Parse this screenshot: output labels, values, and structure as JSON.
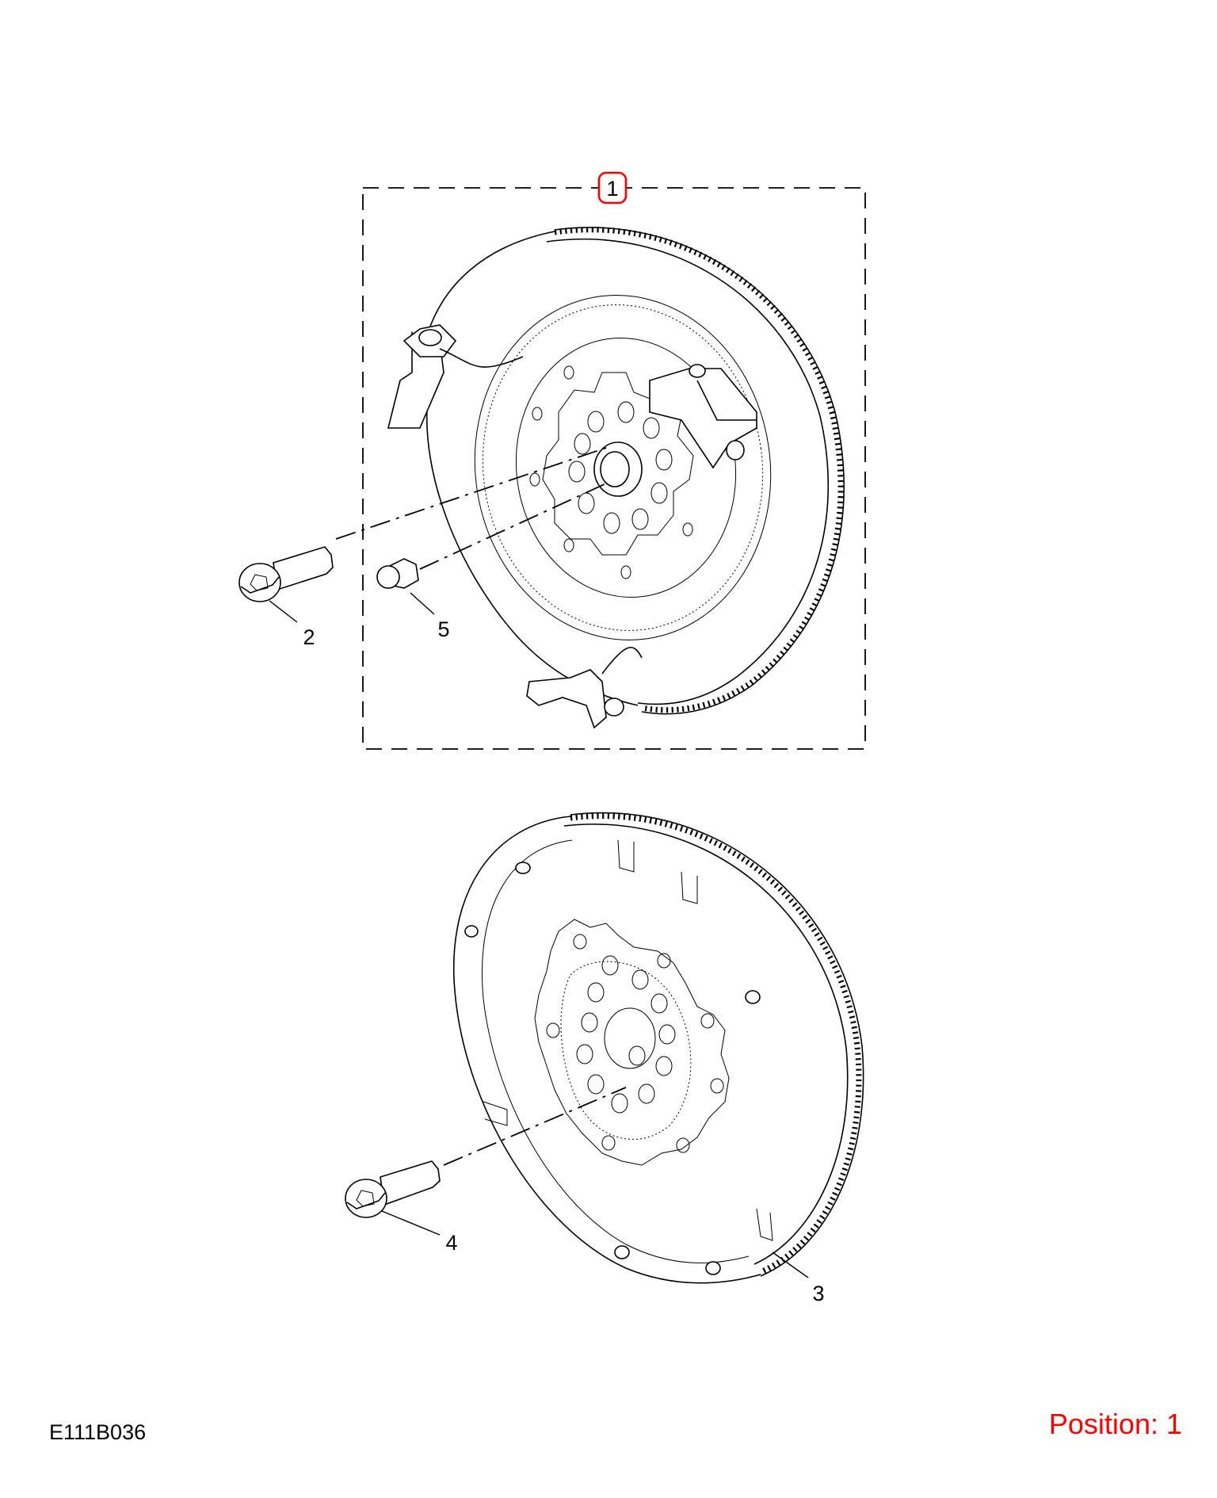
{
  "diagram": {
    "callouts": [
      "1",
      "2",
      "3",
      "4",
      "5"
    ],
    "highlight_color": "#ff0000",
    "line_color": "#000000"
  },
  "footer": {
    "drawing_code": "E111B036",
    "position_label": "Position: 1"
  }
}
